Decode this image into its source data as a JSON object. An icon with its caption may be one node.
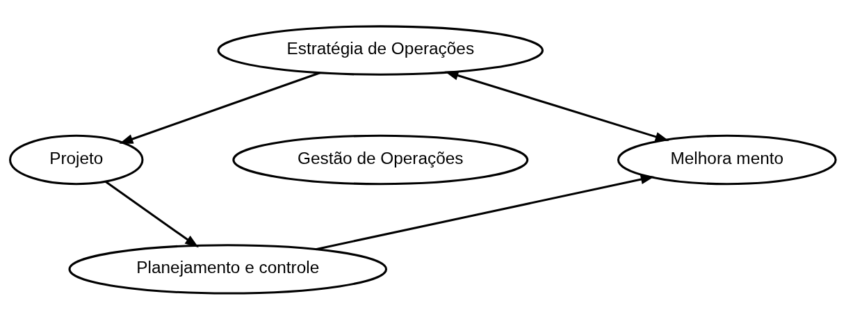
{
  "diagram": {
    "nodes": [
      {
        "text": [
          "Estratégia de Operações"
        ]
      },
      {
        "text": [
          "Projeto"
        ]
      },
      {
        "text": [
          "Gestão de Operações"
        ]
      },
      {
        "text": [
          "Melhora mento"
        ]
      },
      {
        "text": [
          "Planejamento e controle"
        ]
      }
    ],
    "edges": [
      {
        "from": 0,
        "to": 1,
        "arrow": "to"
      },
      {
        "from": 0,
        "to": 3,
        "arrow": "both"
      },
      {
        "from": 1,
        "to": 4,
        "arrow": "to"
      },
      {
        "from": 4,
        "to": 3,
        "arrow": "to"
      }
    ]
  }
}
